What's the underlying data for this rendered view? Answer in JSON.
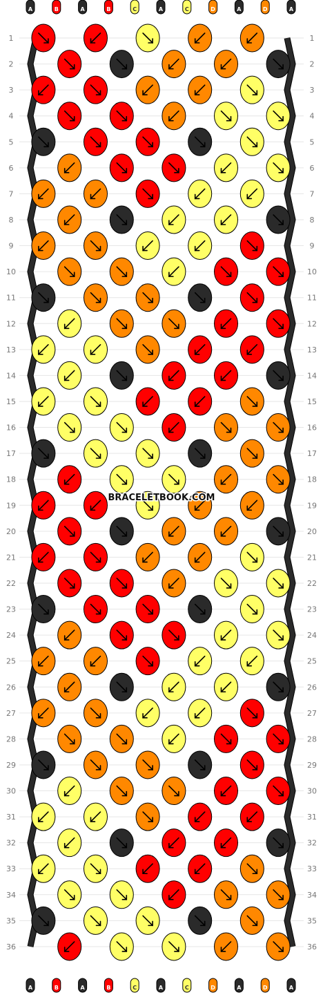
{
  "watermark": "BRACELETBOOK.COM",
  "colors": {
    "A": "#2a2a2a",
    "B": "#ff0000",
    "C": "#ffff66",
    "D": "#ff8800"
  },
  "strand_labels_top": [
    "A",
    "B",
    "A",
    "B",
    "C",
    "A",
    "C",
    "D",
    "A",
    "D",
    "A"
  ],
  "strand_labels_bottom": [
    "A",
    "B",
    "A",
    "B",
    "C",
    "A",
    "C",
    "D",
    "A",
    "D",
    "A"
  ],
  "row_numbers": [
    1,
    2,
    3,
    4,
    5,
    6,
    7,
    8,
    9,
    10,
    11,
    12,
    13,
    14,
    15,
    16,
    17,
    18,
    19,
    20,
    21,
    22,
    23,
    24,
    25,
    26,
    27,
    28,
    29,
    30,
    31,
    32,
    33,
    34,
    35,
    36
  ],
  "knot_rows": [
    [
      "B:br",
      "B:bl",
      "C:br",
      "D:bl",
      "D:bl"
    ],
    [
      "B:br",
      "A:br",
      "D:bl",
      "D:bl",
      "A:br"
    ],
    [
      "B:bl",
      "B:br",
      "D:bl",
      "D:bl",
      "C:br"
    ],
    [
      "B:br",
      "B:br",
      "D:bl",
      "C:br",
      "C:br"
    ],
    [
      "A:br",
      "B:br",
      "B:br",
      "A:br",
      "C:br"
    ],
    [
      "D:bl",
      "B:br",
      "B:br",
      "C:bl",
      "C:br"
    ],
    [
      "D:bl",
      "D:bl",
      "B:br",
      "C:bl",
      "C:bl"
    ],
    [
      "D:bl",
      "A:br",
      "C:bl",
      "C:bl",
      "A:br"
    ],
    [
      "D:bl",
      "D:br",
      "C:bl",
      "C:bl",
      "B:br"
    ],
    [
      "D:br",
      "D:br",
      "C:bl",
      "B:br",
      "B:br"
    ],
    [
      "A:br",
      "D:br",
      "D:br",
      "A:br",
      "B:br"
    ],
    [
      "C:bl",
      "D:br",
      "D:br",
      "B:bl",
      "B:br"
    ],
    [
      "C:bl",
      "C:bl",
      "D:br",
      "B:bl",
      "B:bl"
    ],
    [
      "C:bl",
      "A:br",
      "B:bl",
      "B:bl",
      "A:br"
    ],
    [
      "C:bl",
      "C:br",
      "B:bl",
      "B:bl",
      "D:br"
    ],
    [
      "C:br",
      "C:br",
      "B:bl",
      "D:br",
      "D:br"
    ],
    [
      "A:br",
      "C:br",
      "C:br",
      "A:br",
      "D:br"
    ],
    [
      "B:bl",
      "C:br",
      "C:br",
      "D:bl",
      "D:br"
    ],
    [
      "B:bl",
      "B:bl",
      "C:br",
      "D:bl",
      "D:bl"
    ],
    [
      "B:br",
      "A:br",
      "D:bl",
      "D:bl",
      "A:br"
    ],
    [
      "B:bl",
      "B:br",
      "D:bl",
      "D:bl",
      "C:br"
    ],
    [
      "B:br",
      "B:br",
      "D:bl",
      "C:br",
      "C:br"
    ],
    [
      "A:br",
      "B:br",
      "B:br",
      "A:br",
      "C:br"
    ],
    [
      "D:bl",
      "B:br",
      "B:br",
      "C:bl",
      "C:br"
    ],
    [
      "D:bl",
      "D:bl",
      "B:br",
      "C:bl",
      "C:bl"
    ],
    [
      "D:bl",
      "A:br",
      "C:bl",
      "C:bl",
      "A:br"
    ],
    [
      "D:bl",
      "D:br",
      "C:bl",
      "C:bl",
      "B:br"
    ],
    [
      "D:br",
      "D:br",
      "C:bl",
      "B:br",
      "B:br"
    ],
    [
      "A:br",
      "D:br",
      "D:br",
      "A:br",
      "B:br"
    ],
    [
      "C:bl",
      "D:br",
      "D:br",
      "B:bl",
      "B:br"
    ],
    [
      "C:bl",
      "C:bl",
      "D:br",
      "B:bl",
      "B:bl"
    ],
    [
      "C:bl",
      "A:br",
      "B:bl",
      "B:bl",
      "A:br"
    ],
    [
      "C:bl",
      "C:br",
      "B:bl",
      "B:bl",
      "D:br"
    ],
    [
      "C:br",
      "C:br",
      "B:bl",
      "D:br",
      "D:br"
    ],
    [
      "A:br",
      "C:br",
      "C:br",
      "A:br",
      "D:br"
    ],
    [
      "B:bl",
      "C:br",
      "C:br",
      "D:bl",
      "D:br"
    ]
  ]
}
